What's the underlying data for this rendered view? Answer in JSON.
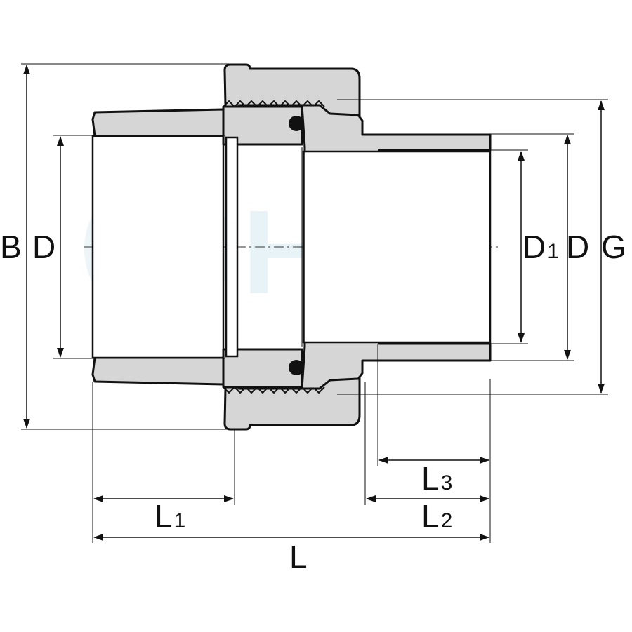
{
  "watermark": {
    "text": "HTC",
    "color": "#e8f3f8"
  },
  "colors": {
    "part": "#d6d6d6",
    "line": "#111111",
    "background": "#ffffff"
  },
  "labels": {
    "B": {
      "main": "B",
      "sub": ""
    },
    "D_left": {
      "main": "D",
      "sub": ""
    },
    "D1": {
      "main": "D",
      "sub": "1"
    },
    "D_right": {
      "main": "D",
      "sub": ""
    },
    "G": {
      "main": "G",
      "sub": ""
    },
    "L1": {
      "main": "L",
      "sub": "1"
    },
    "L2": {
      "main": "L",
      "sub": "2"
    },
    "L3": {
      "main": "L",
      "sub": "3"
    },
    "L": {
      "main": "L",
      "sub": ""
    }
  }
}
